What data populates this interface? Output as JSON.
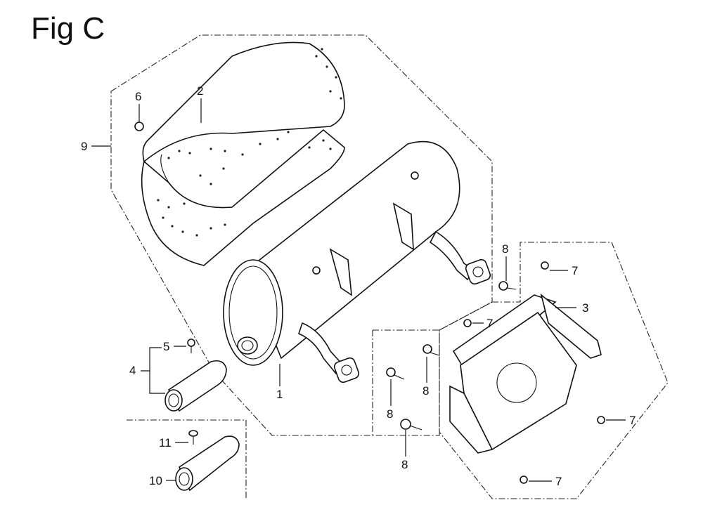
{
  "title": "Fig C",
  "callouts": {
    "c1": "1",
    "c2": "2",
    "c3": "3",
    "c4": "4",
    "c5": "5",
    "c6": "6",
    "c7a": "7",
    "c7b": "7",
    "c7c": "7",
    "c7d": "7",
    "c8a": "8",
    "c8b": "8",
    "c8c": "8",
    "c8d": "8",
    "c9": "9",
    "c10": "10",
    "c11": "11"
  }
}
